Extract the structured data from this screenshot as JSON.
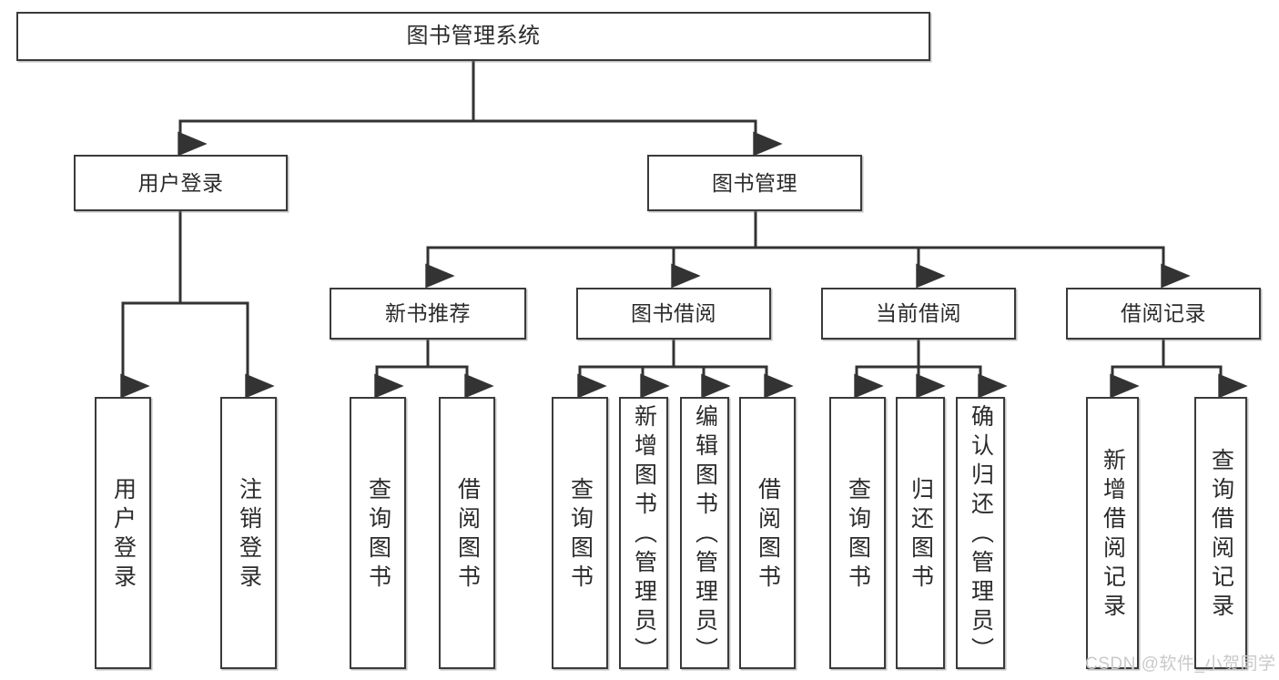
{
  "diagram": {
    "type": "tree",
    "title": "图书管理系统",
    "watermark": "CSDN @软件_小贺同学",
    "colors": {
      "box_border": "#3a3a3a",
      "box_fill": "#ffffff",
      "line": "#333333",
      "text": "#2b2b2b",
      "watermark": "#c9c9c9",
      "background": "#ffffff"
    },
    "root": {
      "label": "图书管理系统"
    },
    "level2": [
      {
        "label": "用户登录"
      },
      {
        "label": "图书管理"
      }
    ],
    "level3": [
      {
        "label": "新书推荐"
      },
      {
        "label": "图书借阅"
      },
      {
        "label": "当前借阅"
      },
      {
        "label": "借阅记录"
      }
    ],
    "leaves": {
      "user_login": [
        {
          "label": "用户登录"
        },
        {
          "label": "注销登录"
        }
      ],
      "new_book": [
        {
          "label": "查询图书"
        },
        {
          "label": "借阅图书"
        }
      ],
      "book_borrow": [
        {
          "label": "查询图书"
        },
        {
          "label": "新增图书（管理员）"
        },
        {
          "label": "编辑图书（管理员）"
        },
        {
          "label": "借阅图书"
        }
      ],
      "current_borrow": [
        {
          "label": "查询图书"
        },
        {
          "label": "归还图书"
        },
        {
          "label": "确认归还（管理员）"
        }
      ],
      "borrow_record": [
        {
          "label": "新增借阅记录"
        },
        {
          "label": "查询借阅记录"
        }
      ]
    }
  }
}
